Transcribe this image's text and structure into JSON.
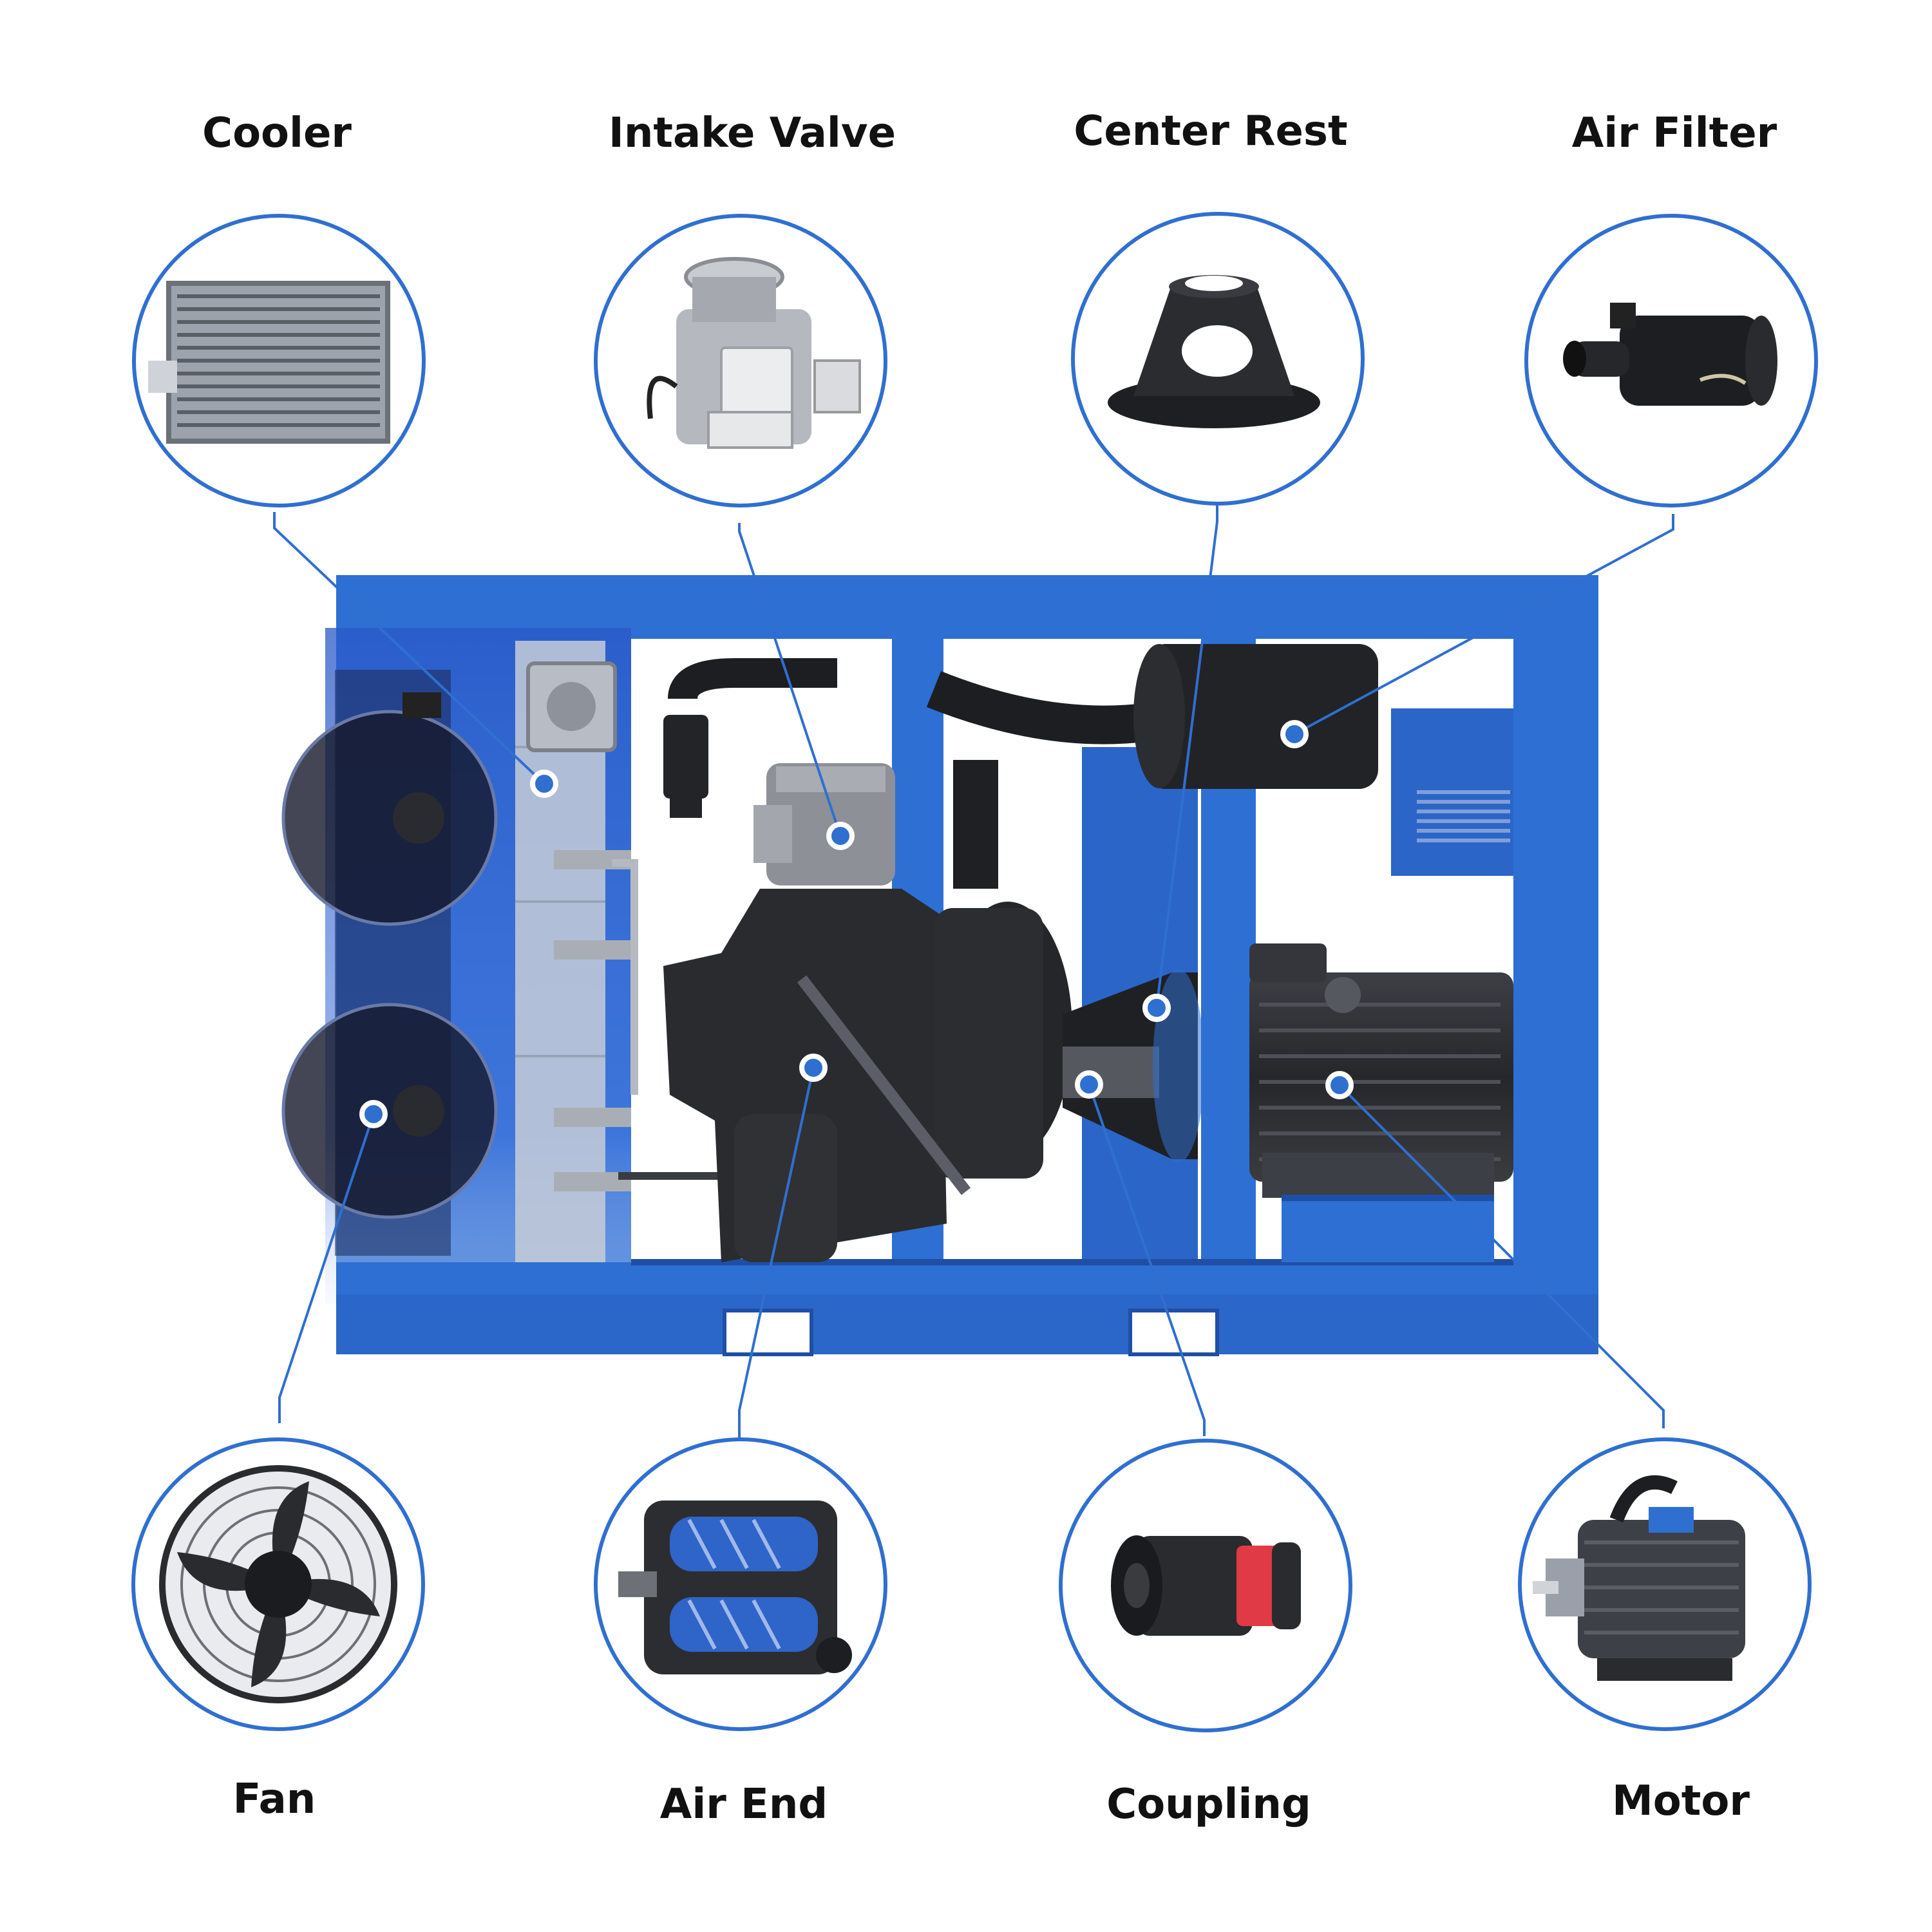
{
  "colors": {
    "accent": "#2f6fd0",
    "frame": "#2e6fd3",
    "frame_dark": "#1e4fa8",
    "machine_dark": "#2a2b2e",
    "label_text": "#111111"
  },
  "components": [
    {
      "id": "cooler",
      "label": "Cooler",
      "icon": "cooler-icon"
    },
    {
      "id": "intake-valve",
      "label": "Intake Valve",
      "icon": "intake-valve-icon"
    },
    {
      "id": "center-rest",
      "label": "Center Rest",
      "icon": "center-rest-icon"
    },
    {
      "id": "air-filter",
      "label": "Air Filter",
      "icon": "air-filter-icon"
    },
    {
      "id": "fan",
      "label": "Fan",
      "icon": "fan-icon"
    },
    {
      "id": "air-end",
      "label": "Air End",
      "icon": "air-end-icon"
    },
    {
      "id": "coupling",
      "label": "Coupling",
      "icon": "coupling-icon"
    },
    {
      "id": "motor",
      "label": "Motor",
      "icon": "motor-icon"
    }
  ]
}
